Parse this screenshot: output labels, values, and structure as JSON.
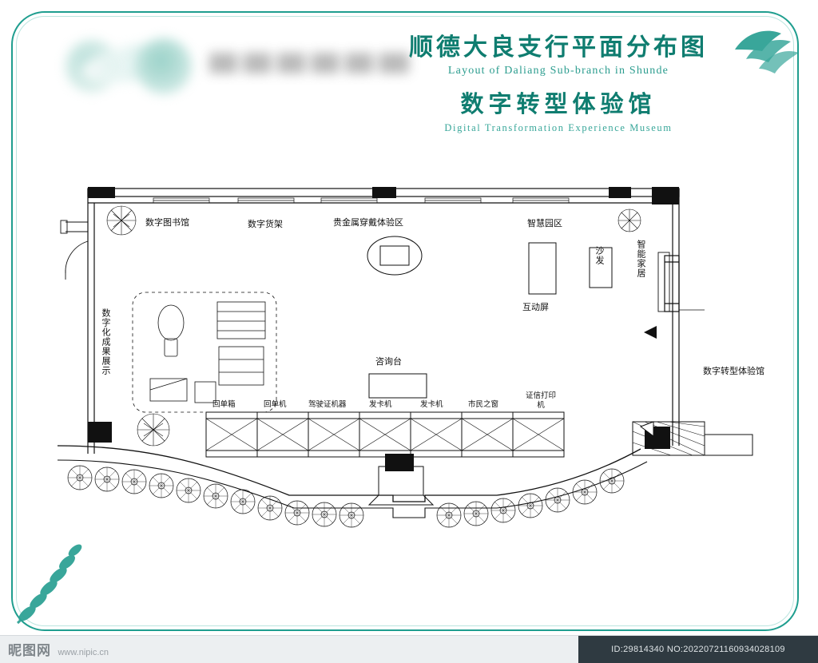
{
  "header": {
    "title_cn": "顺德大良支行平面分布图",
    "title_en": "Layout of Daliang Sub-branch in Shunde",
    "subtitle_cn": "数字转型体验馆",
    "subtitle_en": "Digital Transformation Experience Museum"
  },
  "logo": {
    "alt": "blurred-bank-logo"
  },
  "plan": {
    "labels": {
      "digital_library": "数字图书馆",
      "digital_shelf": "数字货架",
      "precious_metal": "贵金属穿戴体验区",
      "smart_park": "智慧园区",
      "interactive_screen": "互动屏",
      "sofa": "沙发",
      "smart_home": "智能家居",
      "digital_results": "数字化成果展示",
      "consult_desk": "咨询台",
      "entrance_sign": "数字转型体验馆",
      "machines": [
        "回单箱",
        "回单机",
        "驾驶证机器",
        "发卡机",
        "发卡机",
        "市民之窗",
        "证信打印机"
      ]
    }
  },
  "footer": {
    "watermark_big": "昵图网",
    "watermark_small": "www.nipic.cn",
    "id_text": "ID:29814340 NO:20220721160934028109"
  }
}
